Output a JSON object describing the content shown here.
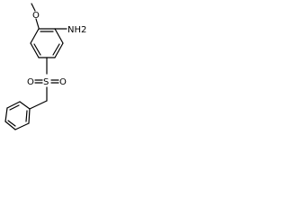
{
  "structure": {
    "atoms": {
      "methoxy_oxygen": "O",
      "amine": "NH2",
      "sulfonyl_oxygen_left": "O",
      "sulfur": "S",
      "sulfonyl_oxygen_right": "O"
    }
  },
  "colors": {
    "bond": "#000000",
    "background": "#ffffff"
  }
}
